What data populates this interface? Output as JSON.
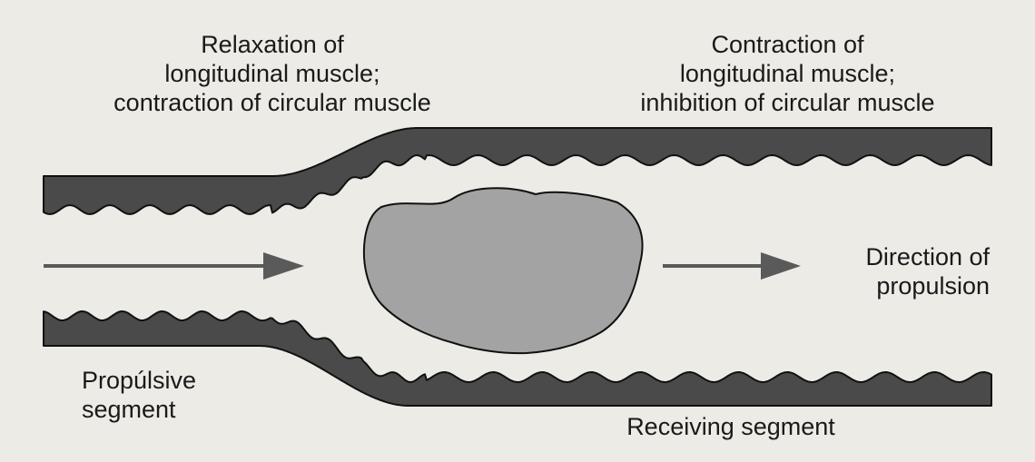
{
  "diagram": {
    "labels": {
      "top_left": [
        "Relaxation of",
        "longitudinal muscle;",
        "contraction of circular muscle"
      ],
      "top_right": [
        "Contraction of",
        "longitudinal muscle;",
        "inhibition of circular muscle"
      ],
      "direction": [
        "Direction of",
        "propulsion"
      ],
      "propulsive_segment": [
        "Propúlsive",
        "segment"
      ],
      "receiving_segment": [
        "Receiving segment"
      ]
    },
    "colors": {
      "background": "#ecebe6",
      "wall": "#4a4a4a",
      "bolus": "#a3a3a3",
      "arrow": "#5a5a5a",
      "outline": "#111111"
    }
  }
}
